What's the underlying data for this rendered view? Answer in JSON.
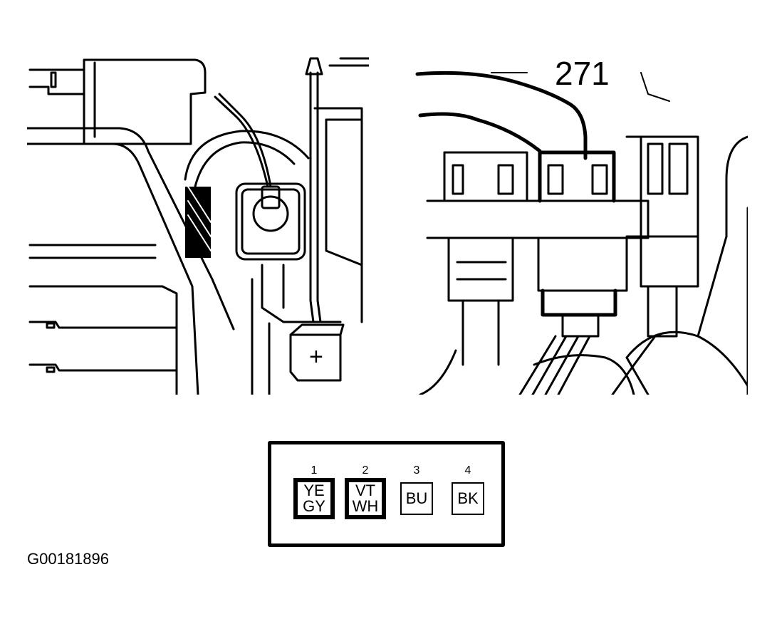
{
  "callout": {
    "number": "271"
  },
  "battery": {
    "terminal_symbol": "+"
  },
  "connector": {
    "pins": [
      {
        "number": "1",
        "line1": "YE",
        "line2": "GY",
        "highlighted": true
      },
      {
        "number": "2",
        "line1": "VT",
        "line2": "WH",
        "highlighted": true
      },
      {
        "number": "3",
        "line1": "BU",
        "line2": "",
        "highlighted": false
      },
      {
        "number": "4",
        "line1": "BK",
        "line2": "",
        "highlighted": false
      }
    ]
  },
  "figure": {
    "id": "G00181896"
  }
}
